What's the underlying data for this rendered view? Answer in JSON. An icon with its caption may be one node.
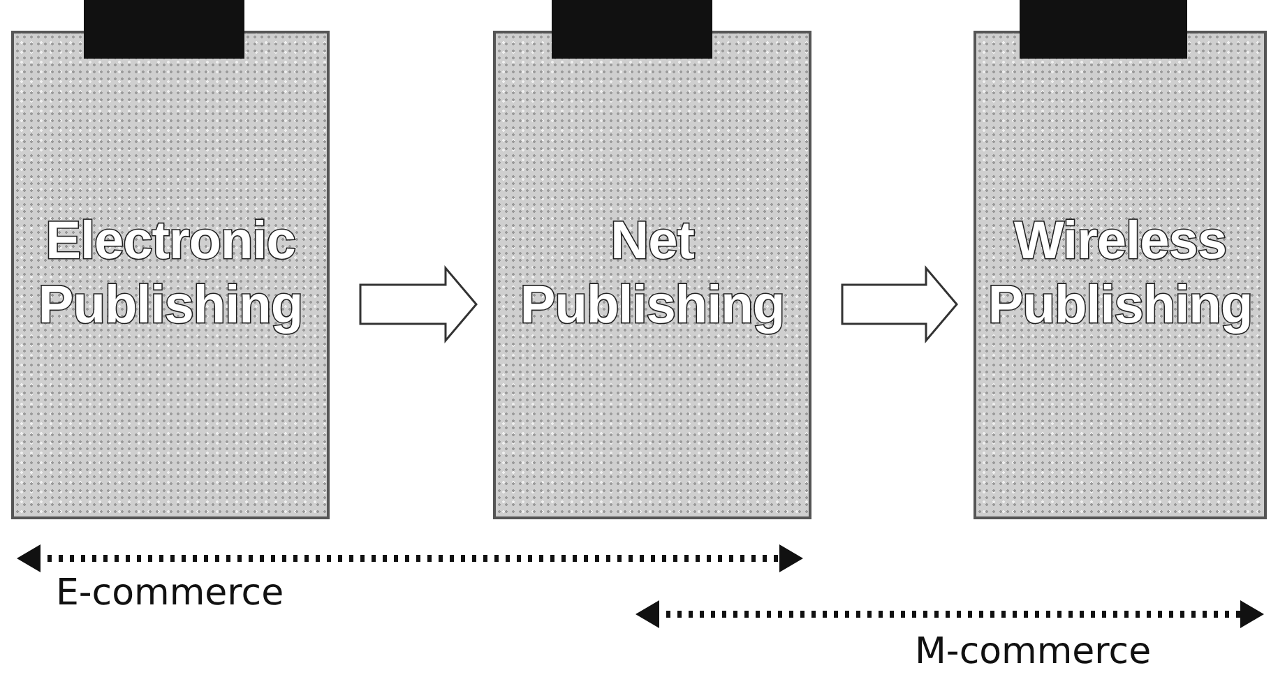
{
  "diagram": {
    "nodes": [
      {
        "text": [
          "Electronic Publishing"
        ]
      },
      {
        "text": [
          "Net Publishing"
        ]
      },
      {
        "text": [
          "Wireless Publishing"
        ]
      },
      {
        "text": [],
        "shape": "box"
      },
      {
        "text": [],
        "shape": "box"
      },
      {
        "text": [],
        "shape": "box"
      }
    ],
    "edges": [
      {
        "from": 0,
        "to": 1,
        "arrow": "to"
      },
      {
        "from": 1,
        "to": 2,
        "arrow": "to"
      }
    ],
    "labels": [
      "E-commerce",
      "M-commerce"
    ]
  }
}
